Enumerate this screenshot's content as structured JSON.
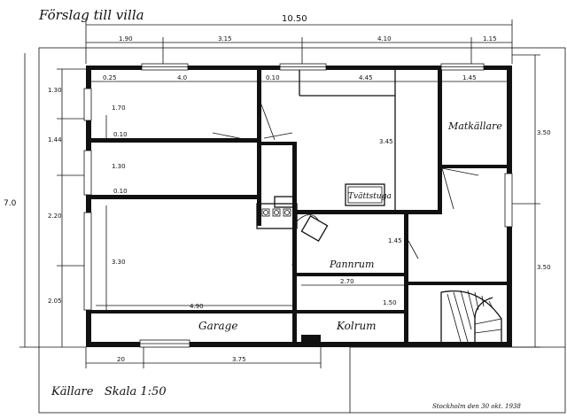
{
  "title": "Förslag till villa",
  "footer": {
    "caption": "Källare   Skala 1:50",
    "signature": "Stockholm den 30 okt. 1938"
  },
  "rooms": {
    "matkallare": "Matkällare",
    "tvattstuga": "Tvättstuga",
    "pannrum": "Pannrum",
    "garage": "Garage",
    "kolrum": "Kolrum"
  },
  "dimensions": {
    "overall_width": "10.50",
    "top_1": "1.90",
    "top_2": "3.15",
    "top_3": "4.10",
    "top_4": "1.15",
    "inner_1": "0.25",
    "inner_2": "4.0",
    "inner_3": "0.10",
    "inner_4": "4.45",
    "inner_5": "1.45",
    "left_1": "1.30",
    "left_2": "1.44",
    "left_3": "2.20",
    "left_4": "2.05",
    "overall_height": "7.0",
    "right_1": "3.50",
    "right_2": "3.50",
    "room_1": "1.70",
    "room_2": "0.10",
    "room_3": "1.30",
    "room_4": "0.10",
    "room_5": "3.30",
    "room_6": "3.45",
    "room_7": "1.45",
    "room_8": "1.50",
    "room_9": "2.70",
    "room_10": "4.90",
    "bottom_1": "20",
    "bottom_2": "3.75"
  }
}
